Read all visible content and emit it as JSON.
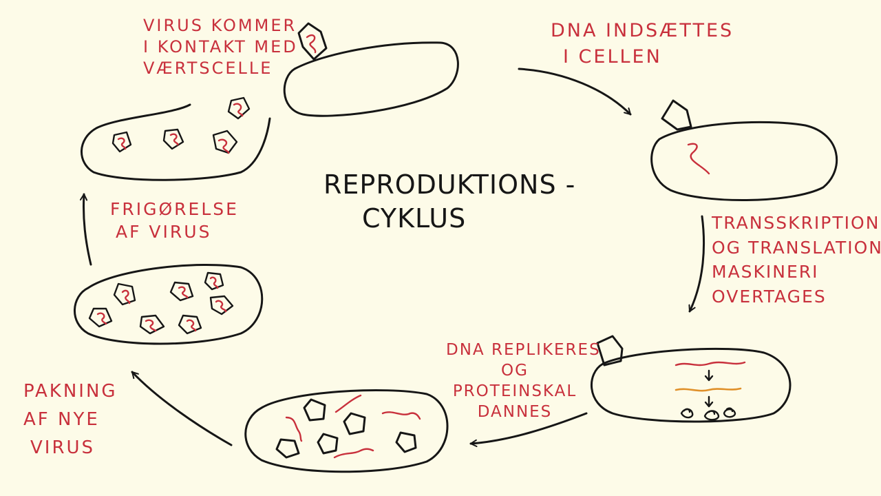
{
  "title": {
    "line1": "REPRODUKTIONS -",
    "line2": "CYKLUS"
  },
  "steps": [
    {
      "id": "contact",
      "lines": [
        "VIRUS KOMMER",
        "I KONTAKT MED",
        "VÆRTSCELLE"
      ]
    },
    {
      "id": "insert",
      "lines": [
        "DNA INDSÆTTES",
        "I CELLEN"
      ]
    },
    {
      "id": "takeover",
      "lines": [
        "TRANSSKRIPTION",
        "OG TRANSLATION",
        "MASKINERI",
        "OVERTAGES"
      ]
    },
    {
      "id": "replicate",
      "lines": [
        "DNA REPLIKERES",
        "OG",
        "PROTEINSKAL",
        "DANNES"
      ]
    },
    {
      "id": "packing",
      "lines": [
        "PAKNING",
        "AF NYE",
        "VIRUS"
      ]
    },
    {
      "id": "release",
      "lines": [
        "FRIGØRELSE",
        "AF VIRUS"
      ]
    }
  ],
  "colors": {
    "background": "#fdfbe8",
    "ink": "#161616",
    "label": "#c8303c",
    "dna": "#c8303c",
    "mrna": "#e0902a"
  }
}
